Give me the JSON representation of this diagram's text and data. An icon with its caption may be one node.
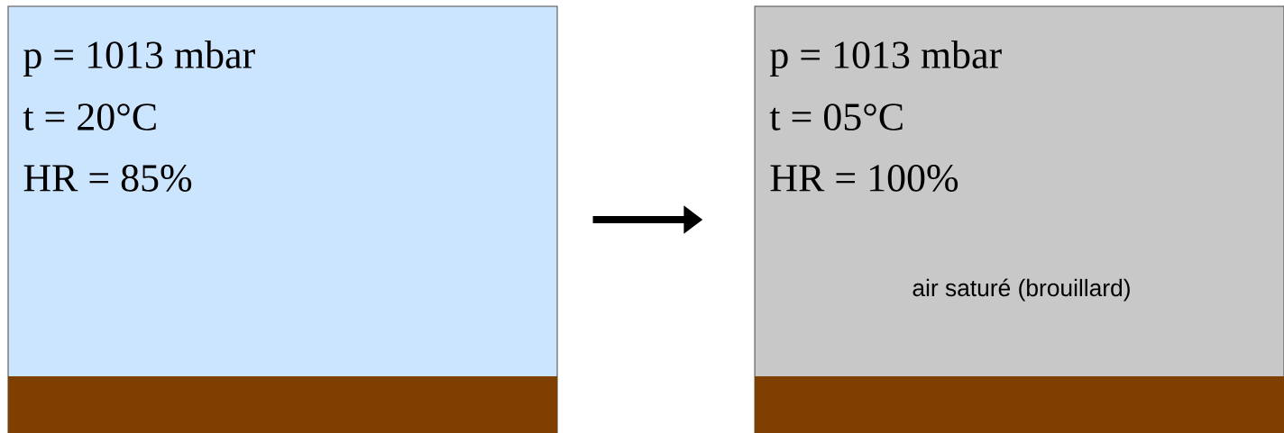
{
  "diagram": {
    "nodes": [
      {
        "text": [
          "p = 1013 mbar",
          "t = 20°C",
          "HR = 85%"
        ]
      },
      {
        "text": [
          "p = 1013 mbar",
          "t = 05°C",
          "HR = 100%",
          "air saturé (brouillard)"
        ]
      }
    ],
    "edges": [
      {
        "from": 0,
        "to": 1,
        "arrow": "to"
      }
    ]
  }
}
